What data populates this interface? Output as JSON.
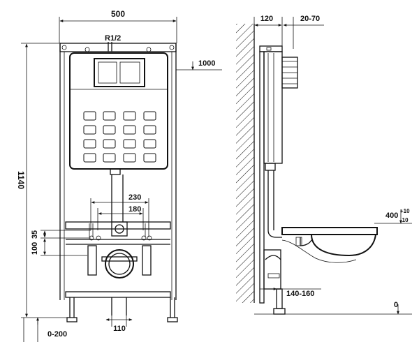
{
  "front_view": {
    "width_label": "500",
    "height_label": "1140",
    "pipe_label": "R1/2",
    "frame_height_label": "1000",
    "spacing_230_label": "230",
    "spacing_180_label": "180",
    "offset_100_label": "100",
    "offset_35_label": "35",
    "adjust_label": "0-200",
    "drain_width_label": "110"
  },
  "side_view": {
    "depth_label": "120",
    "depth_range_label": "20-70",
    "bowl_height_label": "400",
    "bowl_tol_plus": "+10",
    "bowl_tol_minus": "-10",
    "drain_range_label": "140-160",
    "floor_label": "0"
  }
}
